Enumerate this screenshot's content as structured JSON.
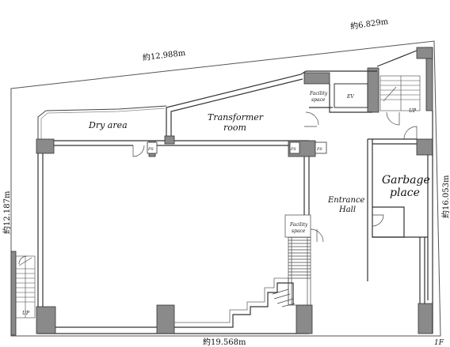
{
  "dimensions": {
    "top_left": "約12.988m",
    "top_right": "約6.829m",
    "left": "約12.187m",
    "right": "約16.053m",
    "bottom": "約19.568m"
  },
  "rooms": {
    "dry_area": "Dry area",
    "transformer_line1": "Transformer",
    "transformer_line2": "room",
    "facility_top_line1": "Facility",
    "facility_top_line2": "space",
    "ev": "EV",
    "up_top": "UP",
    "garbage_line1": "Garbage",
    "garbage_line2": "place",
    "entrance_line1": "Entrance",
    "entrance_line2": "Hall",
    "facility_mid_line1": "Facility",
    "facility_mid_line2": "space",
    "up_left": "UP",
    "ps": "PS"
  },
  "floor": "1F",
  "colors": {
    "wall": "#8a8a8a",
    "line": "#333333",
    "boundary": "#555555"
  }
}
